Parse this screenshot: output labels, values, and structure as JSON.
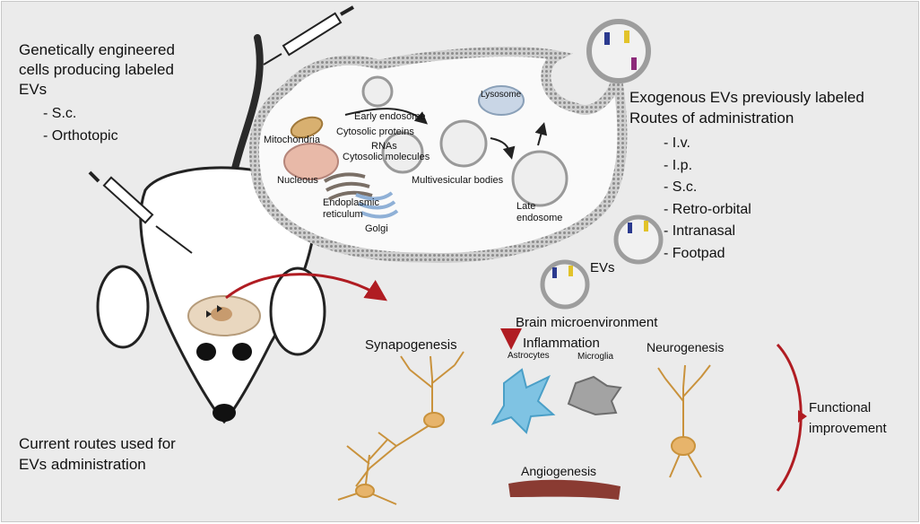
{
  "left_panel": {
    "engineered_title": [
      "Genetically engineered",
      "cells producing labeled",
      "EVs"
    ],
    "engineered_routes": [
      "S.c.",
      "Orthotopic"
    ],
    "current_routes": [
      "Current routes used for",
      "EVs administration"
    ]
  },
  "right_panel": {
    "exogenous_title": [
      "Exogenous EVs previously labeled",
      "Routes of administration"
    ],
    "exogenous_routes": [
      "I.v.",
      "I.p.",
      "S.c.",
      "Retro-orbital",
      "Intranasal",
      "Footpad"
    ],
    "evs_label": "EVs"
  },
  "cell": {
    "labels": {
      "lysosome": "Lysosome",
      "early_endosome": "Early endosome",
      "mitochondria": "Mitochondria",
      "cytosolic_proteins": "Cytosolic proteins",
      "rnas": "RNAs",
      "cytosolic_molecules": "Cytosolic molecules",
      "nucleous": "Nucleous",
      "multivesicular_bodies": "Multivesicular bodies",
      "endoplasmic_reticulum": [
        "Endoplasmic",
        "reticulum"
      ],
      "golgi": "Golgi",
      "late_endosome": [
        "Late",
        "endosome"
      ]
    }
  },
  "brain": {
    "title": "Brain microenvironment",
    "synapogenesis": "Synapogenesis",
    "inflammation": "Inflammation",
    "astrocytes": "Astrocytes",
    "microglia": "Microglia",
    "neurogenesis": "Neurogenesis",
    "angiogenesis": "Angiogenesis",
    "functional_improvement": [
      "Functional",
      "improvement"
    ]
  },
  "colors": {
    "background": "#ebebeb",
    "arrow_red": "#b01c22",
    "membrane": "#9a9a9a",
    "astrocyte": "#7fc3e3",
    "neuron": "#c9923c",
    "vessel": "#8a3b32"
  }
}
